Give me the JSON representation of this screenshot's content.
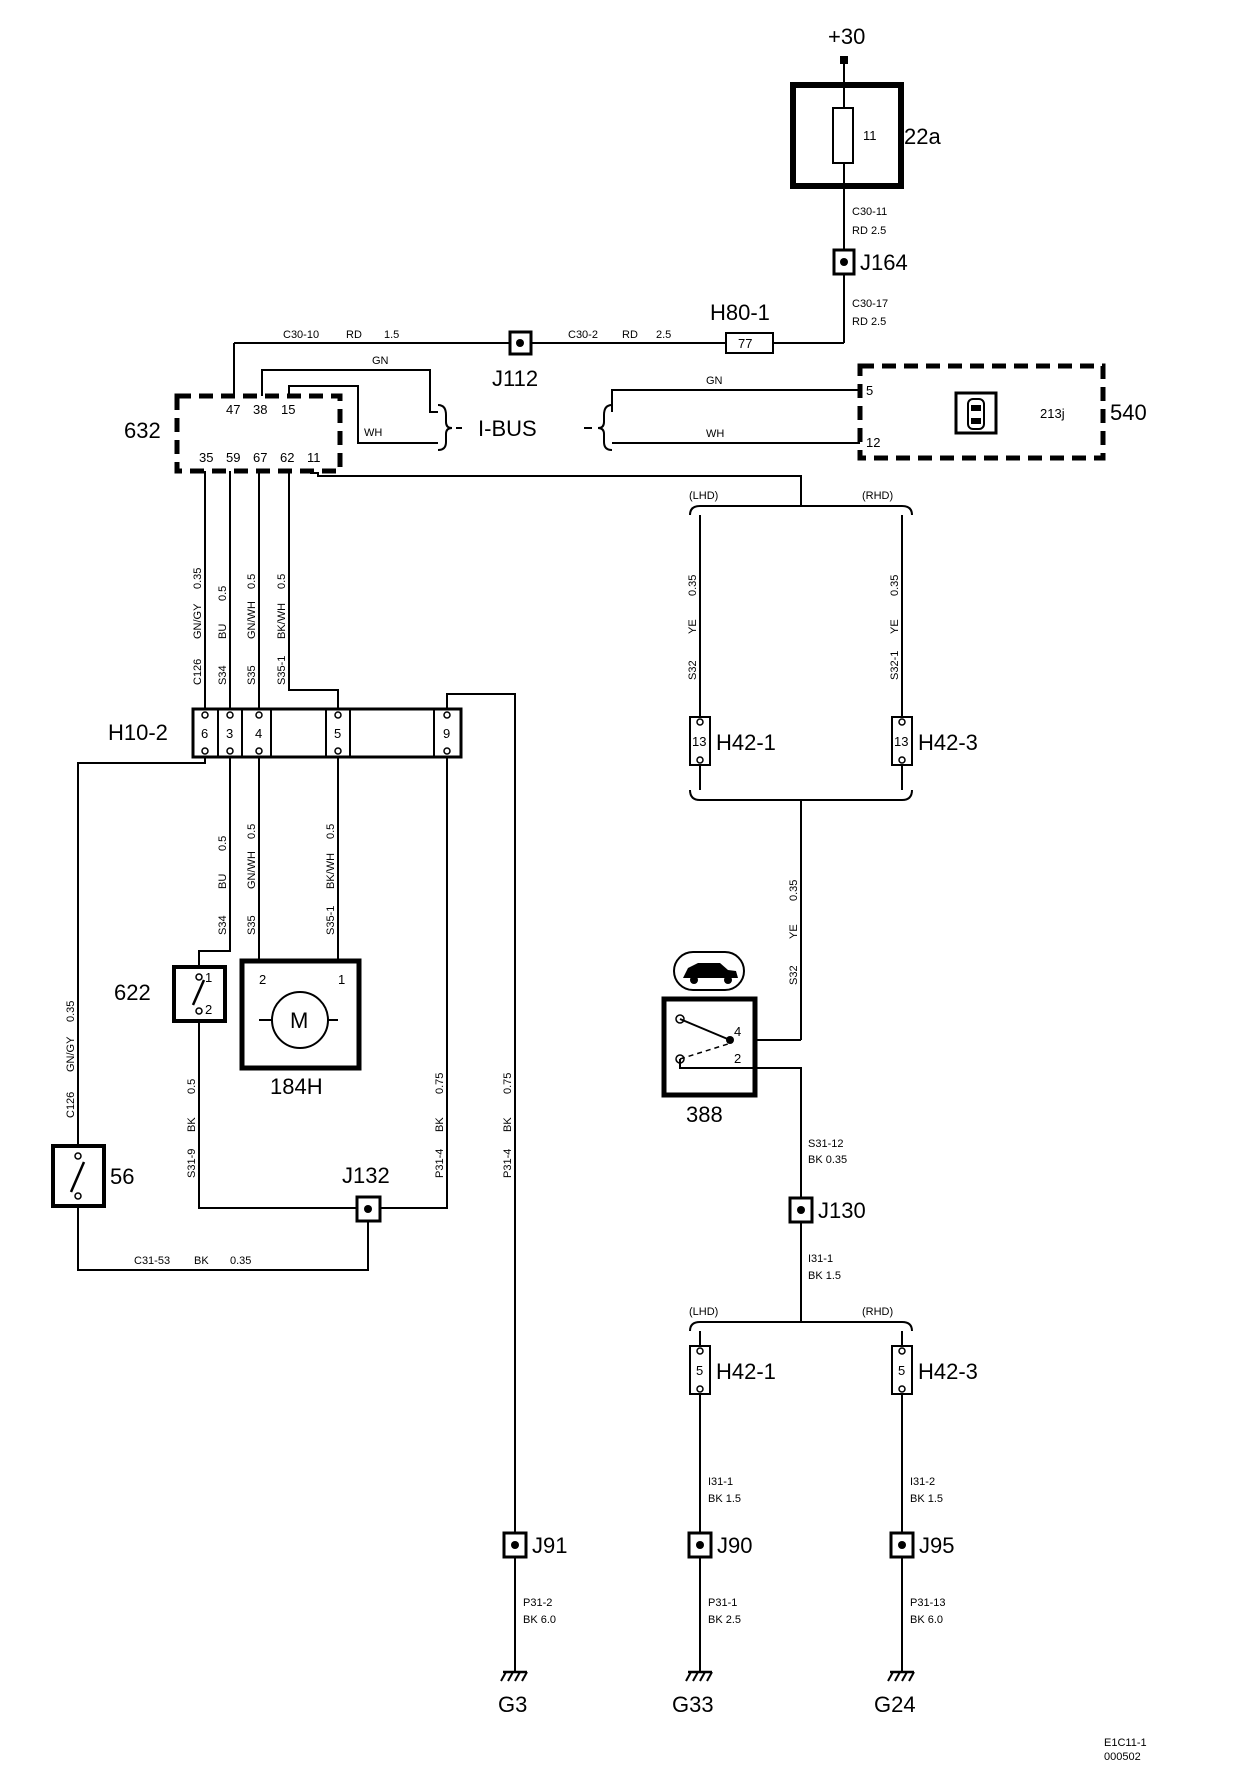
{
  "power": {
    "label": "+30"
  },
  "fuse_box": {
    "label": "22a",
    "fuse": "11"
  },
  "wires": {
    "c30_11": {
      "id": "C30-11",
      "spec": "RD 2.5"
    },
    "c30_17": {
      "id": "C30-17",
      "spec": "RD 2.5"
    },
    "c30_10": {
      "id": "C30-10",
      "color": "RD",
      "size": "1.5"
    },
    "c30_2": {
      "id": "C30-2",
      "color": "RD",
      "size": "2.5"
    },
    "gn": "GN",
    "wh": "WH",
    "c126": {
      "id": "C126",
      "color": "GN/GY",
      "size": "0.35"
    },
    "s34": {
      "id": "S34",
      "color": "BU",
      "size": "0.5"
    },
    "s35": {
      "id": "S35",
      "color": "GN/WH",
      "size": "0.5"
    },
    "s35_1": {
      "id": "S35-1",
      "color": "BK/WH",
      "size": "0.5"
    },
    "s31_9": {
      "id": "S31-9",
      "color": "BK",
      "size": "0.5"
    },
    "p31_4": {
      "id": "P31-4",
      "color": "BK",
      "size": "0.75"
    },
    "c31_53": {
      "id": "C31-53",
      "color": "BK",
      "size": "0.35"
    },
    "s32": {
      "id": "S32",
      "color": "YE",
      "size": "0.35"
    },
    "s32_1": {
      "id": "S32-1",
      "color": "YE",
      "size": "0.35"
    },
    "s31_12": {
      "id": "S31-12",
      "spec": "BK 0.35"
    },
    "i31_1": {
      "id": "I31-1",
      "spec": "BK 1.5"
    },
    "i31_2": {
      "id": "I31-2",
      "spec": "BK 1.5"
    },
    "p31_2": {
      "id": "P31-2",
      "spec": "BK 6.0"
    },
    "p31_1": {
      "id": "P31-1",
      "spec": "BK 2.5"
    },
    "p31_13": {
      "id": "P31-13",
      "spec": "BK 6.0"
    }
  },
  "junctions": {
    "j164": "J164",
    "j112": "J112",
    "j132": "J132",
    "j130": "J130",
    "j91": "J91",
    "j90": "J90",
    "j95": "J95"
  },
  "connectors": {
    "h80_1": {
      "label": "H80-1",
      "pin": "77"
    },
    "h10_2": {
      "label": "H10-2",
      "pins": [
        "6",
        "3",
        "4",
        "5",
        "9"
      ]
    },
    "h42_1": "H42-1",
    "h42_3": "H42-3",
    "h42_pin_a": "13",
    "h42_pin_b": "5"
  },
  "module_632": {
    "label": "632",
    "top_pins": [
      "47",
      "38",
      "15"
    ],
    "bottom_pins": [
      "35",
      "59",
      "67",
      "62",
      "11"
    ]
  },
  "ibus": {
    "label": "I-BUS"
  },
  "module_540": {
    "label": "540",
    "sub": "213j",
    "pins": [
      "5",
      "12"
    ]
  },
  "lhd": "(LHD)",
  "rhd": "(RHD)",
  "components": {
    "c622": "622",
    "c56": "56",
    "c184h": "184H",
    "motor": "M",
    "c388": "388",
    "motor_pins": [
      "2",
      "1"
    ],
    "switch_pins": [
      "1",
      "2"
    ],
    "c388_pins": [
      "4",
      "2"
    ]
  },
  "grounds": {
    "g3": "G3",
    "g33": "G33",
    "g24": "G24"
  },
  "footer": {
    "code": "E1C11-1",
    "date": "000502"
  }
}
